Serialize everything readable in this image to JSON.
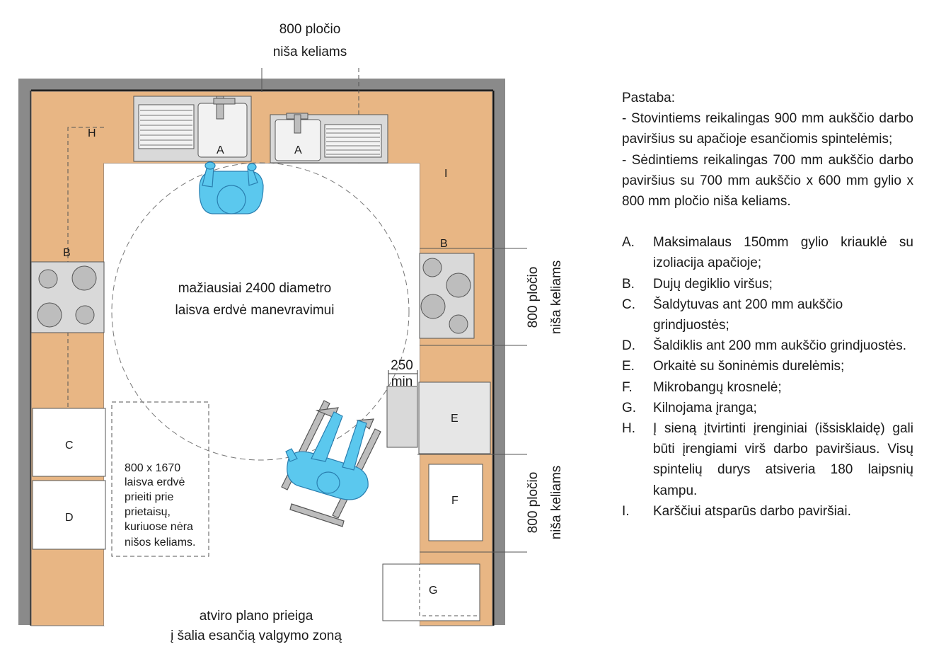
{
  "plan": {
    "top_niche_label": [
      "800 pločio",
      "niša keliams"
    ],
    "side_niche_label_1": [
      "800 pločio",
      "niša keliams"
    ],
    "side_niche_label_2": [
      "800 pločio",
      "niša keliams"
    ],
    "turning_space": [
      "mažiausiai 2400 diametro",
      "laisva erdvė manevravimui"
    ],
    "clearance": [
      "250",
      "min"
    ],
    "appliance_access": [
      "800 x 1670",
      "laisva erdvė",
      "prieiti prie",
      "prietaisų,",
      "kuriuose nėra",
      "nišos keliams."
    ],
    "open_plan": [
      "atviro plano prieiga",
      "į šalia esančią  valgymo zoną"
    ],
    "markers": {
      "sink_1": "A",
      "sink_2": "A",
      "hob_left": "B",
      "hob_right": "B",
      "fridge": "C",
      "freezer": "D",
      "oven": "E",
      "microwave": "F",
      "mobile": "G",
      "wall_units": "H",
      "heat_surface": "I"
    }
  },
  "notes": {
    "title": "Pastaba:",
    "general": [
      "- Stovintiems reikalingas 900 mm aukščio darbo paviršius su apačioje esančiomis spintelėmis;",
      "- Sėdintiems reikalingas 700 mm aukščio darbo paviršius su 700 mm aukščio x 600 mm gylio x 800 mm pločio niša keliams."
    ],
    "legend": [
      {
        "key": "A.",
        "text": "Maksimalaus 150mm gylio kriauklė su izoliacija apačioje;"
      },
      {
        "key": "B.",
        "text": "Dujų degiklio viršus;"
      },
      {
        "key": "C.",
        "text": "Šaldytuvas ant 200 mm aukščio grindjuostės;"
      },
      {
        "key": "D.",
        "text": "Šaldiklis ant 200 mm aukščio grindjuostės."
      },
      {
        "key": "E.",
        "text": "Orkaitė su šoninėmis durelėmis;"
      },
      {
        "key": "F.",
        "text": "Mikrobangų krosnelė;"
      },
      {
        "key": "G.",
        "text": "Kilnojama įranga;"
      },
      {
        "key": "H.",
        "text": "Į sieną įtvirtinti įrenginiai (išsisklaidę) gali būti įrengiami virš darbo paviršiaus. Visų spintelių durys atsiveria 180 laipsnių kampu."
      },
      {
        "key": "I.",
        "text": "Karščiui atsparūs darbo paviršiai."
      }
    ]
  },
  "colors": {
    "counter": "#e8b684",
    "wall": "#8a8a8a",
    "appliance": "#d9d9d9",
    "figure": "#5bc8ee",
    "figure_stroke": "#2a7fb0"
  }
}
